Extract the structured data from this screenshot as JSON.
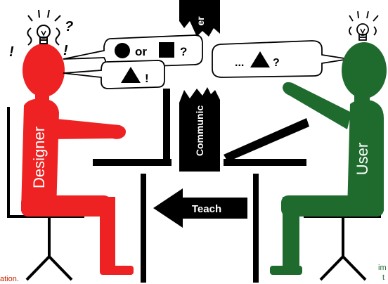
{
  "labels": {
    "designer": "Designer",
    "user": "User",
    "communication_top": "er",
    "communication_bottom": "Communic",
    "teach": "Teach",
    "bubble_designer_top_or": "or",
    "bubble_designer_top_q": "?",
    "bubble_designer_bottom_excl": "!",
    "bubble_user_ellipsis": "...",
    "bubble_user_q": "?",
    "designer_question_mark": "?",
    "designer_excl_left": "!",
    "designer_excl_right": "!",
    "footnote_left": "ation.",
    "footnote_right_line1": "im",
    "footnote_right_line2": "t"
  },
  "colors": {
    "designer": "#ee2222",
    "user": "#1f6b2e",
    "ink": "#000000",
    "footnote_left": "#cc2200",
    "footnote_right": "#1f6b2e"
  },
  "icons": {
    "designer_bulb": "lightbulb-icon",
    "user_bulb": "lightbulb-icon",
    "circle_shape": "circle-icon",
    "square_shape": "square-icon",
    "triangle_shape": "triangle-icon",
    "arrow": "left-arrow-icon"
  }
}
